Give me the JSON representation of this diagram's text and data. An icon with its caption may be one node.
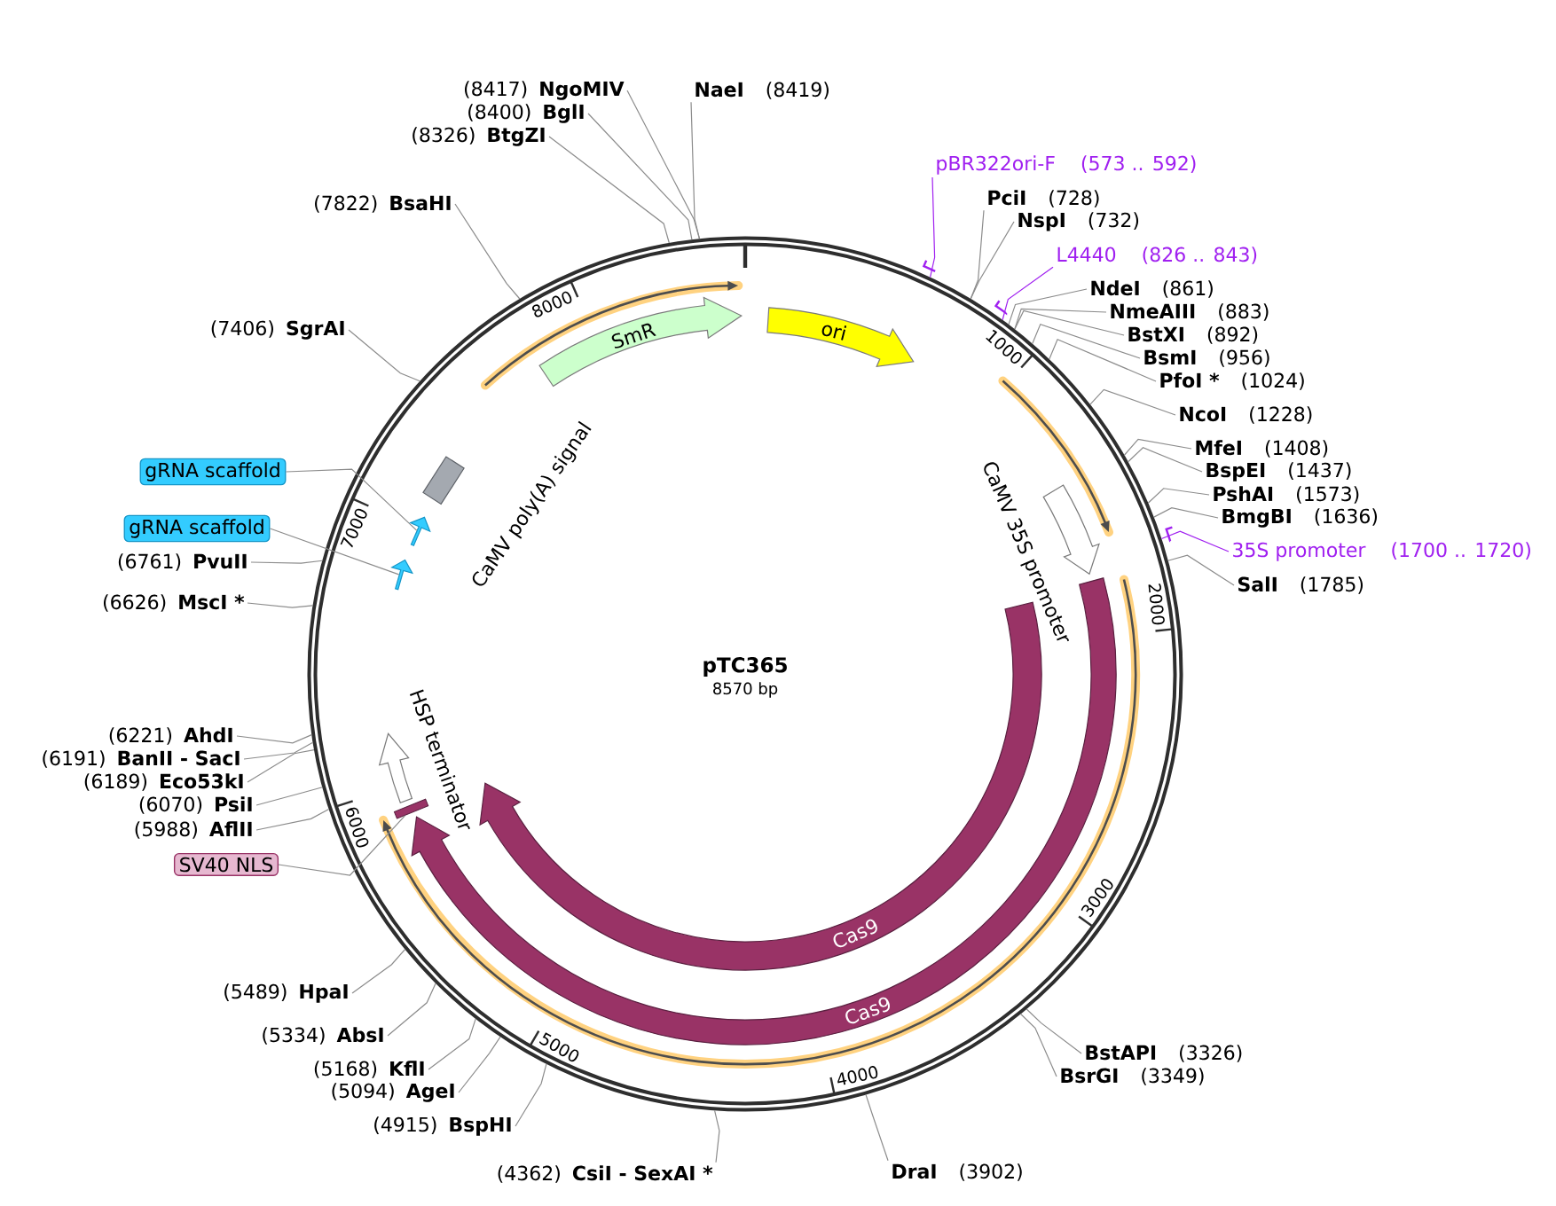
{
  "diagram": {
    "nodes": [
      {
        "text": [
          "pTC365",
          "8570 bp"
        ]
      },
      {
        "text": [
          "ori"
        ],
        "in": 0
      },
      {
        "text": [
          "CaMV 35S promoter"
        ],
        "in": 0
      },
      {
        "text": [
          "Cas9"
        ],
        "in": 0
      },
      {
        "text": [
          "Cas9"
        ],
        "in": 0
      },
      {
        "text": [],
        "shape": "bar",
        "in": 0
      },
      {
        "text": [
          "HSP terminator"
        ],
        "in": 0
      },
      {
        "text": [],
        "shape": "arrow",
        "in": 0
      },
      {
        "text": [],
        "shape": "arrow",
        "in": 0
      },
      {
        "text": [
          "CaMV poly(A) signal"
        ],
        "in": 0
      },
      {
        "text": [
          "SmR"
        ],
        "in": 0
      },
      {
        "text": [
          "pBR322ori-F",
          "(573 .. 592)"
        ]
      },
      {
        "text": [
          "PciI",
          "(728)"
        ]
      },
      {
        "text": [
          "NspI",
          "(732)"
        ]
      },
      {
        "text": [
          "L4440",
          "(826 .. 843)"
        ]
      },
      {
        "text": [
          "NdeI",
          "(861)"
        ]
      },
      {
        "text": [
          "NmeAIII",
          "(883)"
        ]
      },
      {
        "text": [
          "BstXI",
          "(892)"
        ]
      },
      {
        "text": [
          "BsmI",
          "(956)"
        ]
      },
      {
        "text": [
          "PfoI *",
          "(1024)"
        ]
      },
      {
        "text": [
          "NcoI",
          "(1228)"
        ]
      },
      {
        "text": [
          "MfeI",
          "(1408)"
        ]
      },
      {
        "text": [
          "BspEI",
          "(1437)"
        ]
      },
      {
        "text": [
          "PshAI",
          "(1573)"
        ]
      },
      {
        "text": [
          "BmgBI",
          "(1636)"
        ]
      },
      {
        "text": [
          "35S promoter",
          "(1700 .. 1720)"
        ]
      },
      {
        "text": [
          "SalI",
          "(1785)"
        ]
      },
      {
        "text": [
          "BstAPI",
          "(3326)"
        ]
      },
      {
        "text": [
          "BsrGI",
          "(3349)"
        ]
      },
      {
        "text": [
          "DraI",
          "(3902)"
        ]
      },
      {
        "text": [
          "(4362)",
          "CsiI - SexAI *"
        ]
      },
      {
        "text": [
          "(4915)",
          "BspHI"
        ]
      },
      {
        "text": [
          "(5094)",
          "AgeI"
        ]
      },
      {
        "text": [
          "(5168)",
          "KflI"
        ]
      },
      {
        "text": [
          "(5334)",
          "AbsI"
        ]
      },
      {
        "text": [
          "(5489)",
          "HpaI"
        ]
      },
      {
        "text": [
          "SV40 NLS"
        ]
      },
      {
        "text": [
          "(5988)",
          "AflII"
        ]
      },
      {
        "text": [
          "(6070)",
          "PsiI"
        ]
      },
      {
        "text": [
          "(6189)",
          "Eco53kI"
        ]
      },
      {
        "text": [
          "(6191)",
          "BanII - SacI"
        ]
      },
      {
        "text": [
          "(6221)",
          "AhdI"
        ]
      },
      {
        "text": [
          "(6626)",
          "MscI *"
        ]
      },
      {
        "text": [
          "(6761)",
          "PvuII"
        ]
      },
      {
        "text": [
          "gRNA scaffold"
        ]
      },
      {
        "text": [
          "gRNA scaffold"
        ]
      },
      {
        "text": [
          "(7406)",
          "SgrAI"
        ]
      },
      {
        "text": [
          "(7822)",
          "BsaHI"
        ]
      },
      {
        "text": [
          "(8326)",
          "BtgZI"
        ]
      },
      {
        "text": [
          "(8400)",
          "BglI"
        ]
      },
      {
        "text": [
          "(8417)",
          "NgoMIV"
        ]
      },
      {
        "text": [
          "NaeI",
          "(8419)"
        ]
      }
    ],
    "edges": [
      {
        "from": 11,
        "to": 0,
        "arrow": "none",
        "color": "#a020f0"
      },
      {
        "from": 12,
        "to": 0,
        "arrow": "none"
      },
      {
        "from": 13,
        "to": 0,
        "arrow": "none"
      },
      {
        "from": 14,
        "to": 0,
        "arrow": "none",
        "color": "#a020f0"
      },
      {
        "from": 15,
        "to": 0,
        "arrow": "none"
      },
      {
        "from": 16,
        "to": 0,
        "arrow": "none"
      },
      {
        "from": 17,
        "to": 0,
        "arrow": "none"
      },
      {
        "from": 18,
        "to": 0,
        "arrow": "none"
      },
      {
        "from": 19,
        "to": 0,
        "arrow": "none"
      },
      {
        "from": 20,
        "to": 0,
        "arrow": "none"
      },
      {
        "from": 21,
        "to": 0,
        "arrow": "none"
      },
      {
        "from": 22,
        "to": 0,
        "arrow": "none"
      },
      {
        "from": 23,
        "to": 0,
        "arrow": "none"
      },
      {
        "from": 24,
        "to": 0,
        "arrow": "none"
      },
      {
        "from": 25,
        "to": 0,
        "arrow": "none",
        "color": "#a020f0"
      },
      {
        "from": 26,
        "to": 0,
        "arrow": "none"
      },
      {
        "from": 27,
        "to": 0,
        "arrow": "none"
      },
      {
        "from": 28,
        "to": 0,
        "arrow": "none"
      },
      {
        "from": 29,
        "to": 0,
        "arrow": "none"
      },
      {
        "from": 30,
        "to": 0,
        "arrow": "none"
      },
      {
        "from": 31,
        "to": 0,
        "arrow": "none"
      },
      {
        "from": 32,
        "to": 0,
        "arrow": "none"
      },
      {
        "from": 33,
        "to": 0,
        "arrow": "none"
      },
      {
        "from": 34,
        "to": 0,
        "arrow": "none"
      },
      {
        "from": 35,
        "to": 0,
        "arrow": "none"
      },
      {
        "from": 36,
        "to": 5,
        "arrow": "none"
      },
      {
        "from": 37,
        "to": 0,
        "arrow": "none"
      },
      {
        "from": 38,
        "to": 0,
        "arrow": "none"
      },
      {
        "from": 39,
        "to": 0,
        "arrow": "none"
      },
      {
        "from": 40,
        "to": 0,
        "arrow": "none"
      },
      {
        "from": 41,
        "to": 0,
        "arrow": "none"
      },
      {
        "from": 42,
        "to": 0,
        "arrow": "none"
      },
      {
        "from": 43,
        "to": 0,
        "arrow": "none"
      },
      {
        "from": 44,
        "to": 7,
        "arrow": "none"
      },
      {
        "from": 45,
        "to": 8,
        "arrow": "none"
      },
      {
        "from": 46,
        "to": 0,
        "arrow": "none"
      },
      {
        "from": 47,
        "to": 0,
        "arrow": "none"
      },
      {
        "from": 48,
        "to": 0,
        "arrow": "none"
      },
      {
        "from": 49,
        "to": 0,
        "arrow": "none"
      },
      {
        "from": 50,
        "to": 0,
        "arrow": "none"
      },
      {
        "from": 51,
        "to": 0,
        "arrow": "none"
      }
    ],
    "labels": [
      "1000",
      "2000",
      "3000",
      "4000",
      "5000",
      "6000",
      "7000",
      "8000"
    ]
  }
}
